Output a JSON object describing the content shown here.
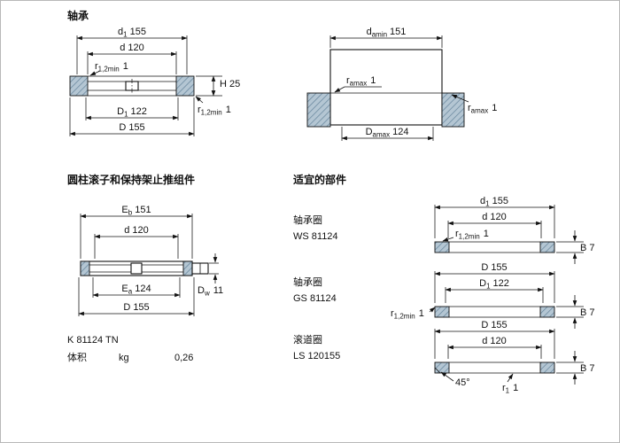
{
  "meta": {
    "background": "#ffffff",
    "line_color": "#111111",
    "hatch_fill": "#b4c6d3",
    "hatch_line": "#64839a"
  },
  "sections": {
    "bearing": {
      "title": "轴承",
      "dims": {
        "d1": {
          "base": "d",
          "sub": "1",
          "value": "155"
        },
        "d": {
          "text": "d 120"
        },
        "r12_top": {
          "base": "r",
          "sub": "1,2min",
          "value": "1"
        },
        "H": {
          "text": "H 25"
        },
        "r12_side": {
          "base": "r",
          "sub": "1,2min",
          "value": "1"
        },
        "D1": {
          "base": "D",
          "sub": "1",
          "value": "122"
        },
        "D": {
          "text": "D 155"
        }
      }
    },
    "abutment": {
      "dims": {
        "damin": {
          "base": "d",
          "sub": "amin",
          "value": "151"
        },
        "ramax_left": {
          "base": "r",
          "sub": "amax",
          "value": "1"
        },
        "ramax_right": {
          "base": "r",
          "sub": "amax",
          "value": "1"
        },
        "Damax": {
          "base": "D",
          "sub": "amax",
          "value": "124"
        }
      }
    },
    "assembly": {
      "title": "圆柱滚子和保持架止推组件",
      "dims": {
        "Eb": {
          "base": "E",
          "sub": "b",
          "value": "151"
        },
        "d": {
          "text": "d 120"
        },
        "Ea": {
          "base": "E",
          "sub": "a",
          "value": "124"
        },
        "D": {
          "text": "D 155"
        },
        "Dw": {
          "base": "D",
          "sub": "w",
          "value": "11"
        }
      },
      "designation": "K 81124 TN",
      "mass": {
        "label": "体积",
        "unit": "kg",
        "value": "0,26"
      }
    },
    "components": {
      "title": "适宜的部件",
      "items": [
        {
          "type": "轴承圈",
          "designation": "WS 81124",
          "dims": {
            "d1": {
              "base": "d",
              "sub": "1",
              "value": "155"
            },
            "d": {
              "text": "d 120"
            },
            "r12": {
              "base": "r",
              "sub": "1,2min",
              "value": "1"
            },
            "B": {
              "text": "B 7"
            }
          }
        },
        {
          "type": "轴承圈",
          "designation": "GS 81124",
          "dims": {
            "D": {
              "text": "D 155"
            },
            "D1": {
              "base": "D",
              "sub": "1",
              "value": "122"
            },
            "r12": {
              "base": "r",
              "sub": "1,2min",
              "value": "1"
            },
            "B": {
              "text": "B 7"
            }
          }
        },
        {
          "type": "滚道圈",
          "designation": "LS 120155",
          "dims": {
            "D": {
              "text": "D 155"
            },
            "d": {
              "text": "d 120"
            },
            "chamfer": "45°",
            "r1": {
              "base": "r",
              "sub": "1",
              "value": "1"
            },
            "B": {
              "text": "B 7"
            }
          }
        }
      ]
    }
  }
}
